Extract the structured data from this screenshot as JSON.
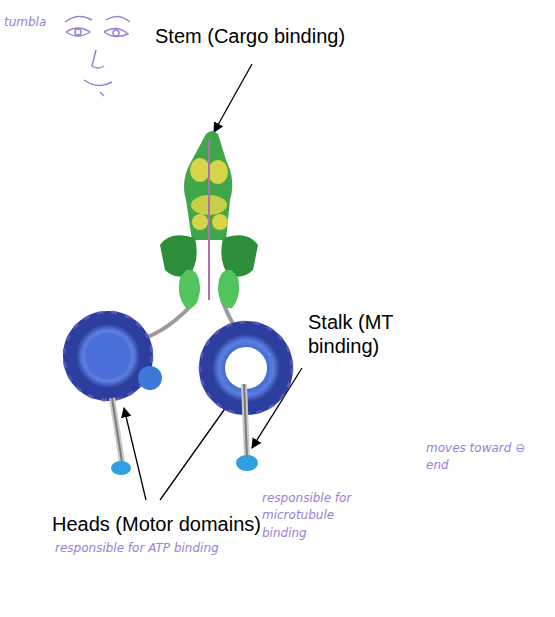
{
  "diagram": {
    "labels": [
      "tumbla",
      "Stem (Cargo binding)",
      "Stalk (MT binding)",
      "Heads (Motor domains)",
      "responsible for ATP binding",
      "responsible for microtubule binding",
      "moves toward ⊖ end"
    ]
  }
}
